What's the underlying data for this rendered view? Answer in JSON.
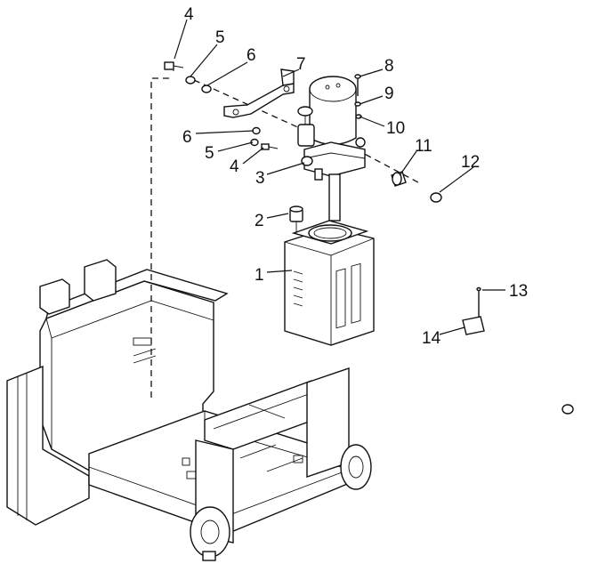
{
  "callouts": [
    {
      "id": "c4a",
      "text": "4"
    },
    {
      "id": "c5a",
      "text": "5"
    },
    {
      "id": "c6a",
      "text": "6"
    },
    {
      "id": "c7",
      "text": "7"
    },
    {
      "id": "c8",
      "text": "8"
    },
    {
      "id": "c9",
      "text": "9"
    },
    {
      "id": "c10",
      "text": "10"
    },
    {
      "id": "c6b",
      "text": "6"
    },
    {
      "id": "c5b",
      "text": "5"
    },
    {
      "id": "c4b",
      "text": "4"
    },
    {
      "id": "c3",
      "text": "3"
    },
    {
      "id": "c11",
      "text": "11"
    },
    {
      "id": "c12",
      "text": "12"
    },
    {
      "id": "c2",
      "text": "2"
    },
    {
      "id": "c1",
      "text": "1"
    },
    {
      "id": "c13",
      "text": "13"
    },
    {
      "id": "c14",
      "text": "14"
    }
  ],
  "colors": {
    "line": "#111111",
    "background": "#ffffff"
  }
}
